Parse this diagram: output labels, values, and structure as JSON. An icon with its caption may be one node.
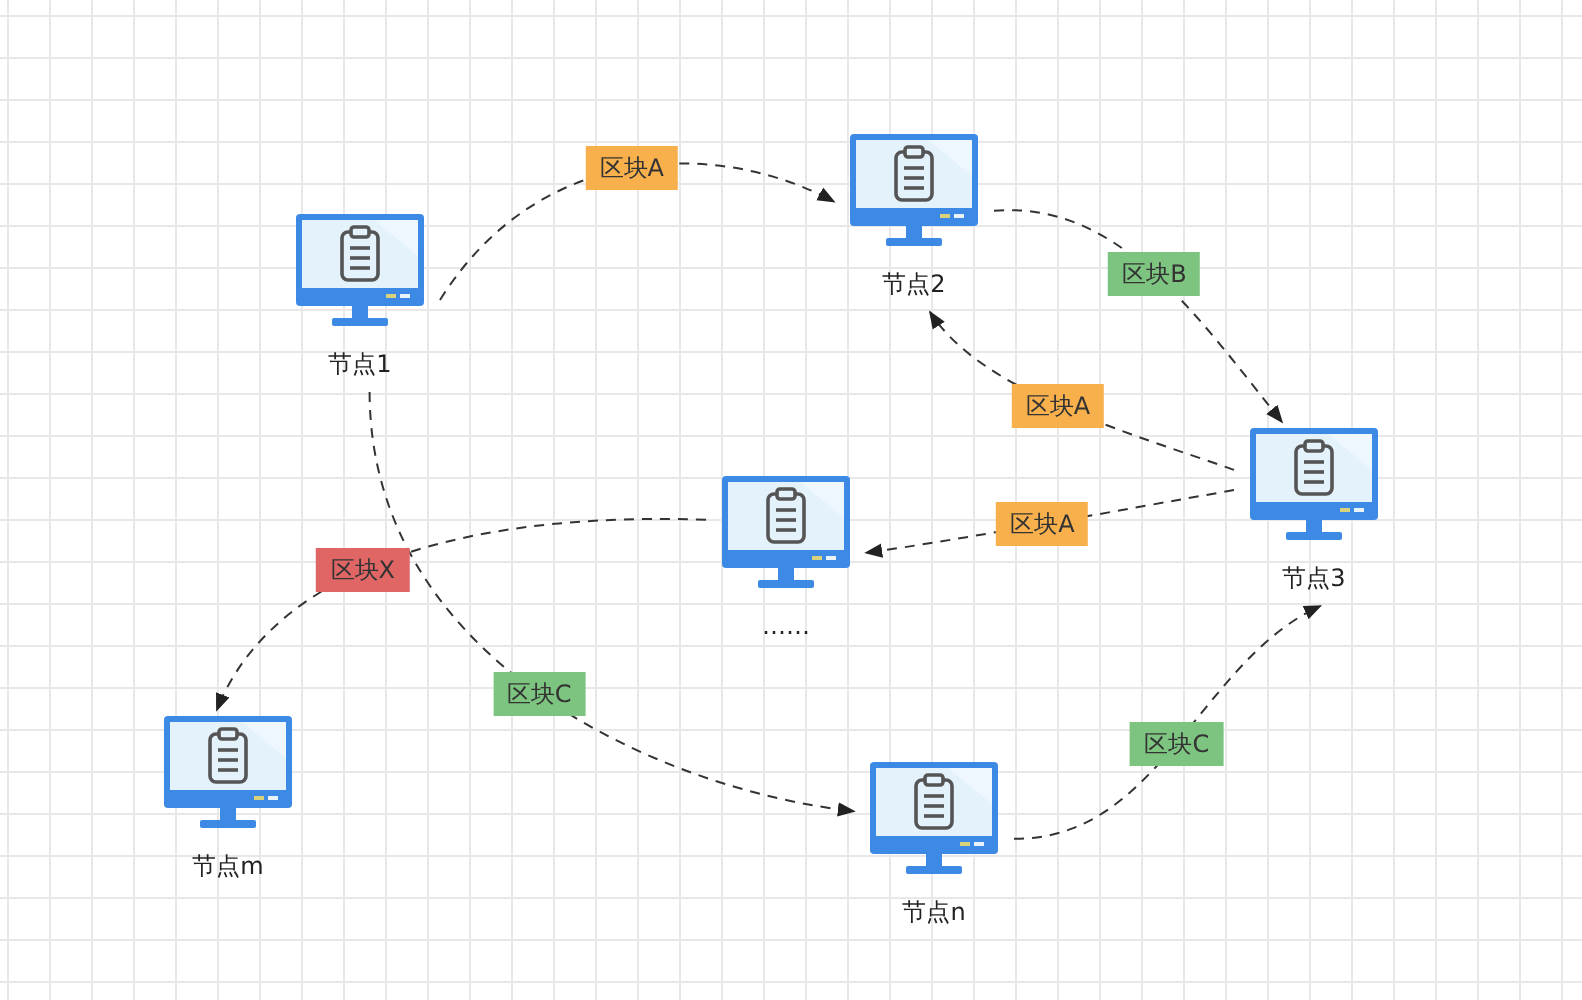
{
  "diagram": {
    "nodes": [
      {
        "text": [
          "节点1"
        ]
      },
      {
        "text": [
          "节点2"
        ]
      },
      {
        "text": [
          "节点3"
        ]
      },
      {
        "text": [
          "……"
        ]
      },
      {
        "text": [
          "节点m"
        ]
      },
      {
        "text": [
          "节点n"
        ]
      }
    ],
    "edges": [
      {
        "from": 0,
        "to": 1,
        "arrow": "to",
        "label": "区块A",
        "style": "dashed"
      },
      {
        "from": 1,
        "to": 2,
        "arrow": "to",
        "label": "区块B",
        "style": "dashed"
      },
      {
        "from": 2,
        "to": 1,
        "arrow": "to",
        "label": "区块A",
        "style": "dashed"
      },
      {
        "from": 2,
        "to": 3,
        "arrow": "to",
        "label": "区块A",
        "style": "dashed"
      },
      {
        "from": 3,
        "to": 4,
        "arrow": "to",
        "label": "区块X",
        "style": "dashed"
      },
      {
        "from": 0,
        "to": 5,
        "arrow": "to",
        "label": "区块C",
        "style": "dashed"
      },
      {
        "from": 5,
        "to": 2,
        "arrow": "to",
        "label": "区块C",
        "style": "dashed"
      }
    ]
  }
}
